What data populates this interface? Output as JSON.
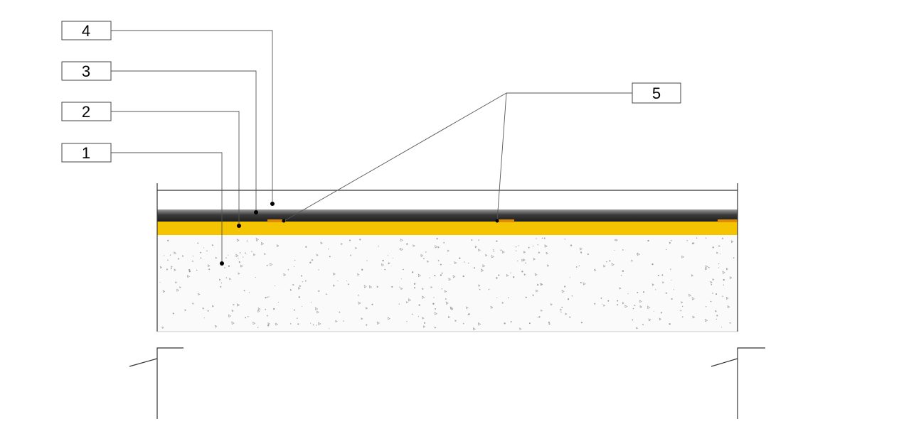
{
  "diagram": {
    "callouts": [
      {
        "id": "4",
        "label": "4",
        "target": "top-membrane-layer"
      },
      {
        "id": "3",
        "label": "3",
        "target": "dark-membrane-layer"
      },
      {
        "id": "2",
        "label": "2",
        "target": "yellow-insulation-layer"
      },
      {
        "id": "1",
        "label": "1",
        "target": "concrete-slab"
      },
      {
        "id": "5",
        "label": "5",
        "target": "seam-tape-strips"
      }
    ],
    "colors": {
      "concrete": "#fafafa",
      "concrete_speckle": "#9a9a9a",
      "insulation": "#f5c400",
      "membrane_dark": "#3a3a3a",
      "membrane_light": "#9a9a9a",
      "seam_tape": "#e08a00",
      "leader_line": "#555555",
      "box_border": "#444444"
    }
  }
}
